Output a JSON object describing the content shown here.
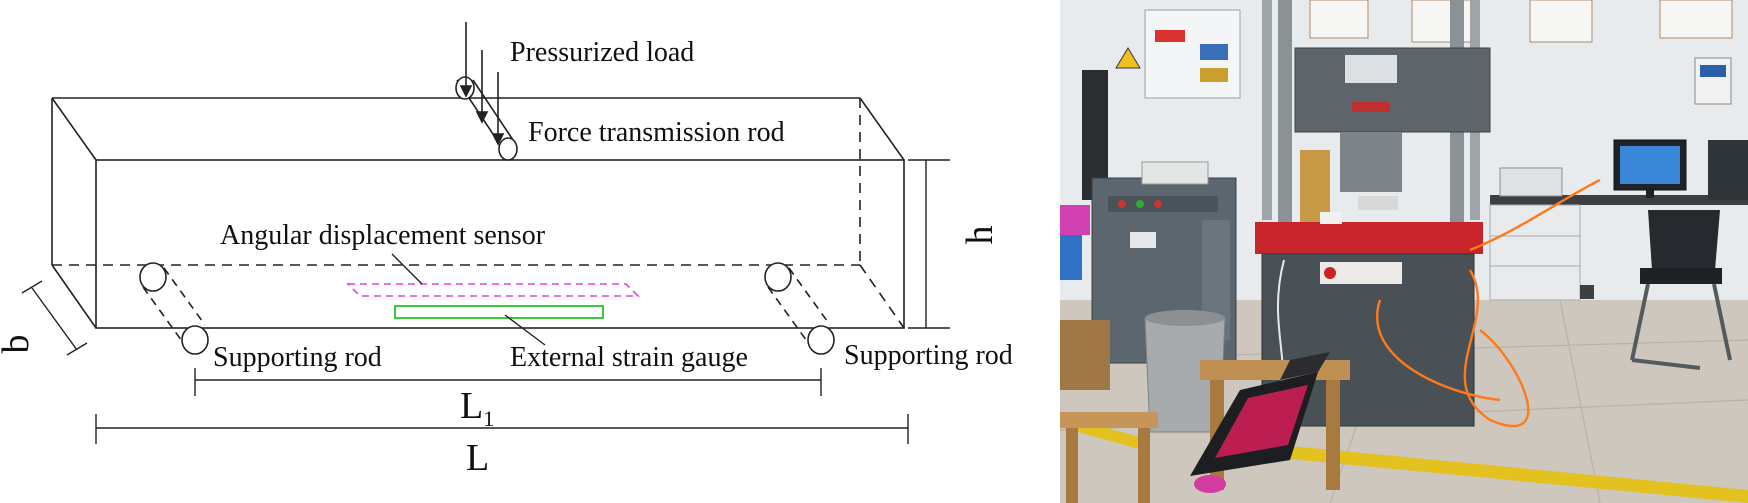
{
  "diagram": {
    "labels": {
      "pressurized_load": "Pressurized load",
      "force_rod": "Force transmission rod",
      "angular_sensor": "Angular displacement sensor",
      "supporting_rod_left": "Supporting rod",
      "strain_gauge": "External strain gauge",
      "supporting_rod_right": "Supporting rod"
    },
    "dimensions": {
      "h": "h",
      "b": "b",
      "L1_base": "L",
      "L1_sub": "1",
      "L": "L"
    }
  },
  "photo": {
    "subject": "three-point bending test setup with universal testing machine",
    "colors": {
      "wall": "#e9ecef",
      "floor": "#cfc9c0",
      "machine_body": "#4a5056",
      "red_band": "#c8242c",
      "cabinet": "#5e6870",
      "cable": "#ff7a1a",
      "laptop_keys": "#e0245e",
      "bench": "#b8874c",
      "hazard_tape": "#e5c21f"
    }
  }
}
